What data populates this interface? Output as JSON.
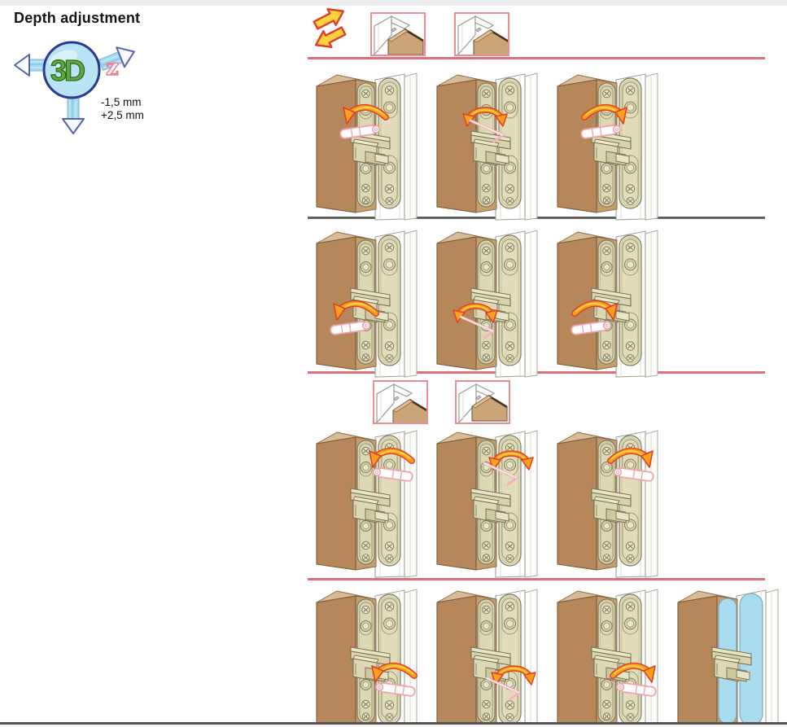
{
  "page": {
    "title": "Depth adjustment",
    "logo": {
      "icon": "3d-adjustment-sphere-icon",
      "label": "3D",
      "axis_label": "z",
      "range_min": "-1,5 mm",
      "range_max": "+2,5 mm"
    },
    "header": {
      "direction_icon": "depth-in-out-arrows-icon",
      "pictograms": [
        {
          "name": "door-gap-narrow-pictogram",
          "variant": "gap-narrow"
        },
        {
          "name": "door-gap-wide-pictogram",
          "variant": "gap-wide"
        }
      ]
    },
    "figure": {
      "rows": [
        {
          "id": "row-1",
          "name": "depth-adjust-top-door-side",
          "items": [
            {
              "name": "hinge-step-turn-ccw",
              "type": "hinge",
              "tool": "thick",
              "arrow": "ccw",
              "tool_position": "top",
              "tool_side": "door"
            },
            {
              "name": "hinge-step-turn-both",
              "type": "hinge",
              "tool": "thin",
              "arrow": "both",
              "tool_position": "top",
              "tool_side": "door"
            },
            {
              "name": "hinge-step-turn-cw",
              "type": "hinge",
              "tool": "thick",
              "arrow": "cw",
              "tool_position": "top",
              "tool_side": "door"
            }
          ]
        },
        {
          "id": "row-2",
          "name": "depth-adjust-bottom-door-side",
          "items": [
            {
              "name": "hinge-step-turn-ccw",
              "type": "hinge",
              "tool": "thick",
              "arrow": "ccw",
              "tool_position": "bottom",
              "tool_side": "door"
            },
            {
              "name": "hinge-step-turn-both",
              "type": "hinge",
              "tool": "thin",
              "arrow": "both",
              "tool_position": "bottom",
              "tool_side": "door"
            },
            {
              "name": "hinge-step-turn-cw",
              "type": "hinge",
              "tool": "thick",
              "arrow": "cw",
              "tool_position": "bottom",
              "tool_side": "door"
            }
          ]
        },
        {
          "id": "row-3",
          "name": "depth-adjust-top-frame-side",
          "items": [
            {
              "name": "hinge-step-turn-ccw",
              "type": "hinge",
              "tool": "thick",
              "arrow": "ccw",
              "tool_position": "top",
              "tool_side": "frame"
            },
            {
              "name": "hinge-step-turn-both",
              "type": "hinge",
              "tool": "thin",
              "arrow": "both",
              "tool_position": "top",
              "tool_side": "frame"
            },
            {
              "name": "hinge-step-turn-cw",
              "type": "hinge",
              "tool": "thick",
              "arrow": "cw",
              "tool_position": "top",
              "tool_side": "frame"
            }
          ]
        },
        {
          "id": "row-4",
          "name": "depth-adjust-bottom-frame-side",
          "items": [
            {
              "name": "hinge-step-turn-ccw",
              "type": "hinge",
              "tool": "thick",
              "arrow": "ccw",
              "tool_position": "bottom",
              "tool_side": "frame"
            },
            {
              "name": "hinge-step-turn-both",
              "type": "hinge",
              "tool": "thin",
              "arrow": "both",
              "tool_position": "bottom",
              "tool_side": "frame"
            },
            {
              "name": "hinge-step-turn-cw",
              "type": "hinge",
              "tool": "thick",
              "arrow": "cw",
              "tool_position": "bottom",
              "tool_side": "frame"
            },
            {
              "name": "hinge-with-cover-plates",
              "type": "hinge-covered"
            }
          ]
        }
      ],
      "mid_pictograms": [
        {
          "name": "door-flush-pictogram",
          "variant": "door-flush"
        },
        {
          "name": "door-proud-pictogram",
          "variant": "door-proud"
        }
      ],
      "colors": {
        "divider_red": "#dd7078",
        "divider_dark": "#5f5f5f",
        "arrow_orange": "#f9a11b",
        "arrow_outline": "#e23d28",
        "tool_pink": "#f0a3ad",
        "door_wood": "#b5875a",
        "hinge_beige": "#ddd8b4",
        "cover_blue": "#a9dcef",
        "frame_white": "#ffffff",
        "logo_blue": "#b9e4f6",
        "logo_green": "#5fa83f",
        "picto_frame_red": "#ee8c92",
        "yellow_arrow": "#ffd23f"
      }
    }
  }
}
